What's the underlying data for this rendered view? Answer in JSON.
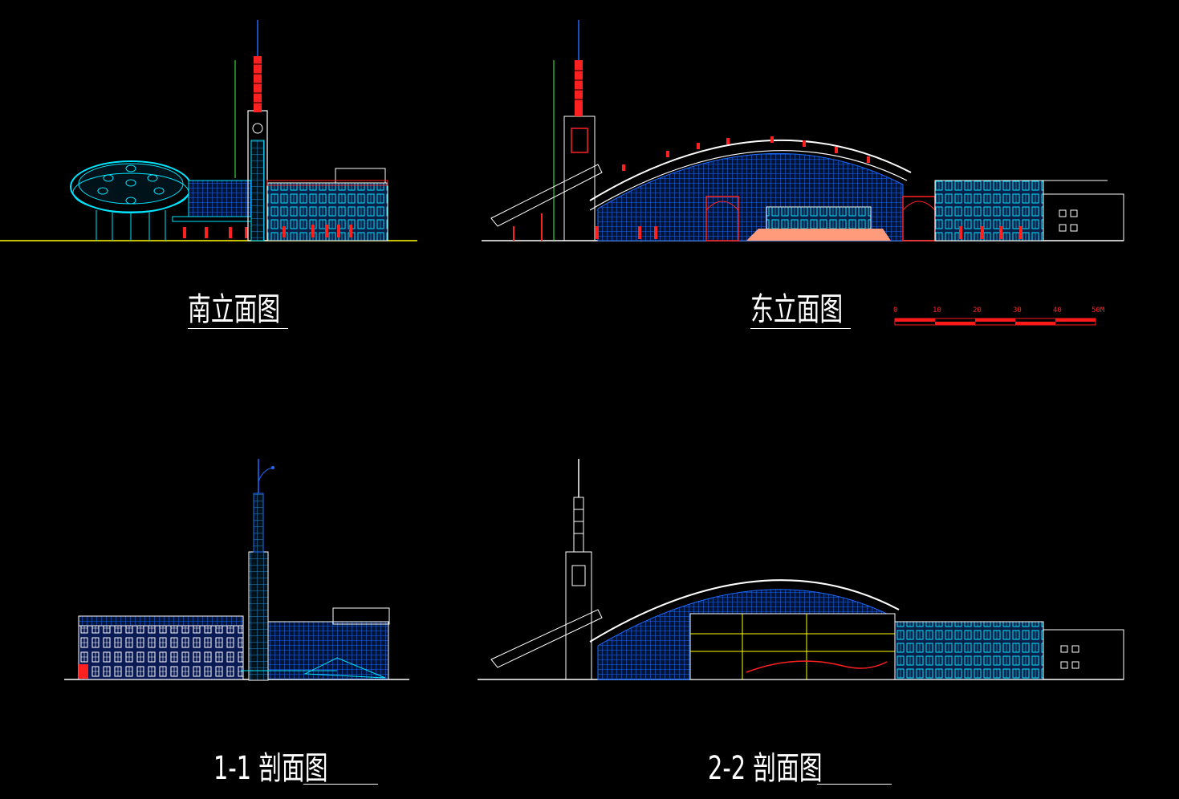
{
  "drawings": [
    {
      "id": "south-elevation",
      "title": "南立面图"
    },
    {
      "id": "east-elevation",
      "title": "东立面图"
    },
    {
      "id": "section-1-1",
      "title": "1-1  剖面图"
    },
    {
      "id": "section-2-2",
      "title": "2-2  剖面图"
    }
  ],
  "scale_bar": {
    "labels": [
      "0",
      "10",
      "20",
      "30",
      "40",
      "50M"
    ],
    "color": "#ff1a1a"
  },
  "colors": {
    "background": "#000000",
    "cyan": "#00e5ff",
    "blue": "#1e6bff",
    "red": "#ff2020",
    "white": "#ffffff",
    "yellow": "#ffff00",
    "green": "#3cff3c",
    "salmon": "#ff9a7a"
  }
}
